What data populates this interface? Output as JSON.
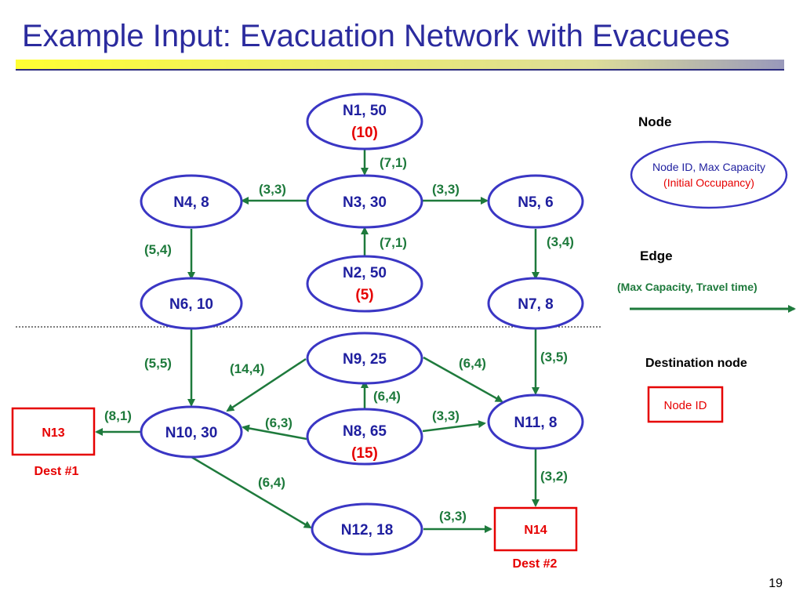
{
  "title": "Example Input:  Evacuation Network with Evacuees",
  "page_number": "19",
  "colors": {
    "title": "#2b2b9e",
    "node_stroke": "#3a36c4",
    "node_text": "#1f1f9f",
    "occupancy": "#e60000",
    "edge": "#1e7a3c",
    "edge_label": "#1e7a3c",
    "dest": "#e60000"
  },
  "nodes": [
    {
      "id": "n1",
      "label": "N1, 50",
      "occupancy": "(10)"
    },
    {
      "id": "n2",
      "label": "N2, 50",
      "occupancy": "(5)"
    },
    {
      "id": "n3",
      "label": "N3, 30"
    },
    {
      "id": "n4",
      "label": "N4, 8"
    },
    {
      "id": "n5",
      "label": "N5, 6"
    },
    {
      "id": "n6",
      "label": "N6, 10"
    },
    {
      "id": "n7",
      "label": "N7, 8"
    },
    {
      "id": "n8",
      "label": "N8, 65",
      "occupancy": "(15)"
    },
    {
      "id": "n9",
      "label": "N9, 25"
    },
    {
      "id": "n10",
      "label": "N10, 30"
    },
    {
      "id": "n11",
      "label": "N11, 8"
    },
    {
      "id": "n12",
      "label": "N12, 18"
    }
  ],
  "destinations": [
    {
      "id": "n13",
      "label": "N13",
      "caption": "Dest #1"
    },
    {
      "id": "n14",
      "label": "N14",
      "caption": "Dest #2"
    }
  ],
  "edges": [
    {
      "from": "N1",
      "to": "N3",
      "label": "(7,1)"
    },
    {
      "from": "N3",
      "to": "N4",
      "label": "(3,3)"
    },
    {
      "from": "N3",
      "to": "N5",
      "label": "(3,3)"
    },
    {
      "from": "N2",
      "to": "N3",
      "label": "(7,1)"
    },
    {
      "from": "N4",
      "to": "N6",
      "label": "(5,4)"
    },
    {
      "from": "N5",
      "to": "N7",
      "label": "(3,4)"
    },
    {
      "from": "N6",
      "to": "N10",
      "label": "(5,5)"
    },
    {
      "from": "N7",
      "to": "N11",
      "label": "(3,5)"
    },
    {
      "from": "N9",
      "to": "N10",
      "label": "(14,4)"
    },
    {
      "from": "N9",
      "to": "N11",
      "label": "(6,4)"
    },
    {
      "from": "N8",
      "to": "N9",
      "label": "(6,4)"
    },
    {
      "from": "N8",
      "to": "N10",
      "label": "(6,3)"
    },
    {
      "from": "N8",
      "to": "N11",
      "label": "(3,3)"
    },
    {
      "from": "N10",
      "to": "N13",
      "label": "(8,1)"
    },
    {
      "from": "N10",
      "to": "N12",
      "label": "(6,4)"
    },
    {
      "from": "N11",
      "to": "N14",
      "label": "(3,2)"
    },
    {
      "from": "N12",
      "to": "N14",
      "label": "(3,3)"
    }
  ],
  "legend": {
    "node_heading": "Node",
    "node_line1": "Node ID,  Max Capacity",
    "node_line2": "(Initial Occupancy)",
    "edge_heading": "Edge",
    "edge_caption": "(Max Capacity, Travel time)",
    "dest_heading": "Destination node",
    "dest_box": "Node ID"
  }
}
